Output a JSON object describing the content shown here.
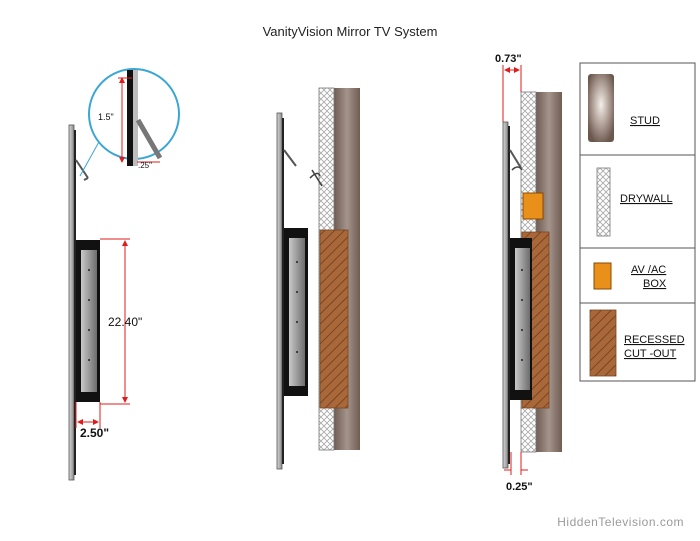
{
  "title": "VanityVision Mirror TV System",
  "watermark": "HiddenTelevision.com",
  "dimensions": {
    "detail_height": "1.5\"",
    "detail_offset": ".25\"",
    "mount_height": "22.40\"",
    "mount_depth": "2.50\"",
    "top_gap": "0.73\"",
    "bottom_gap": "0.25\""
  },
  "legend": {
    "stud": "STUD",
    "drywall": "DRYWALL",
    "av_box_line1": "AV /AC",
    "av_box_line2": "BOX",
    "cutout_line1": "RECESSED",
    "cutout_line2": "CUT -OUT"
  },
  "colors": {
    "stud": "#7d6a60",
    "drywall_hatch": "#9c9c9c",
    "av_box": "#e8901a",
    "cutout": "#9a5a2e",
    "dimension_line": "#e01b1b",
    "detail_circle": "#3aa6d6"
  }
}
